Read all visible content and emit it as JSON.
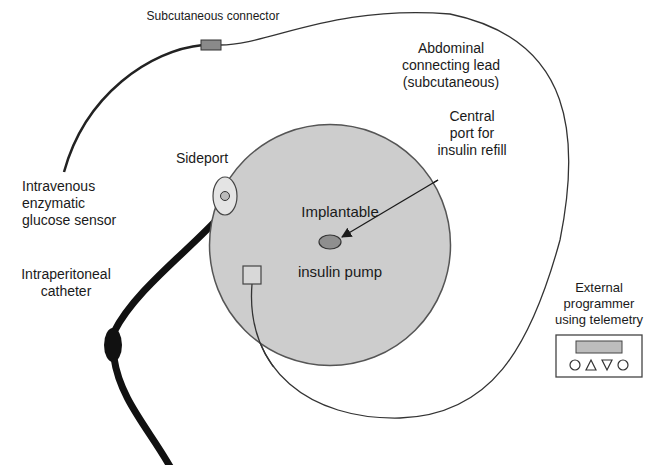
{
  "diagram": {
    "nodes": [
      {
        "text": [
          "Implantable insulin pump"
        ]
      },
      {
        "text": [
          "External programmer using telemetry"
        ]
      }
    ],
    "labels": [
      "Subcutaneous connector",
      "Abdominal connecting lead (subcutaneous)",
      "Sideport",
      "Central port for insulin refill",
      "Intravenous enzymatic glucose sensor",
      "Intraperitoneal catheter"
    ]
  }
}
